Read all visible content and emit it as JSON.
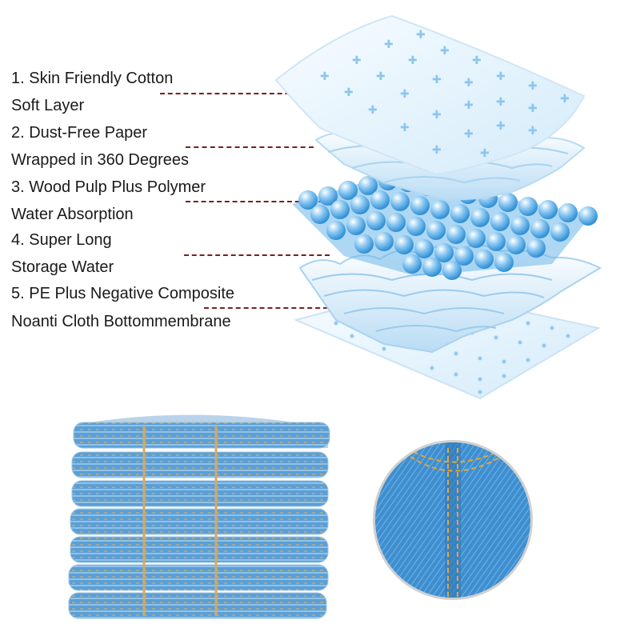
{
  "layers": [
    {
      "line1": "1. Skin Friendly Cotton",
      "line2": "Soft Layer"
    },
    {
      "line1": "2. Dust-Free Paper",
      "line2": "Wrapped in 360 Degrees"
    },
    {
      "line1": "3. Wood Pulp Plus Polymer",
      "line2": "Water Absorption"
    },
    {
      "line1": "4. Super Long",
      "line2": "Storage Water"
    },
    {
      "line1": "5. PE Plus Negative Composite",
      "line2": "Noanti Cloth Bottommembrane"
    }
  ],
  "colors": {
    "leader": "#7a1f1f",
    "layer_light": "#dff0fb",
    "layer_blue": "#5aaee8",
    "denim": "#3f8fd0",
    "stitch": "#e8a535"
  },
  "stack_count": 7
}
